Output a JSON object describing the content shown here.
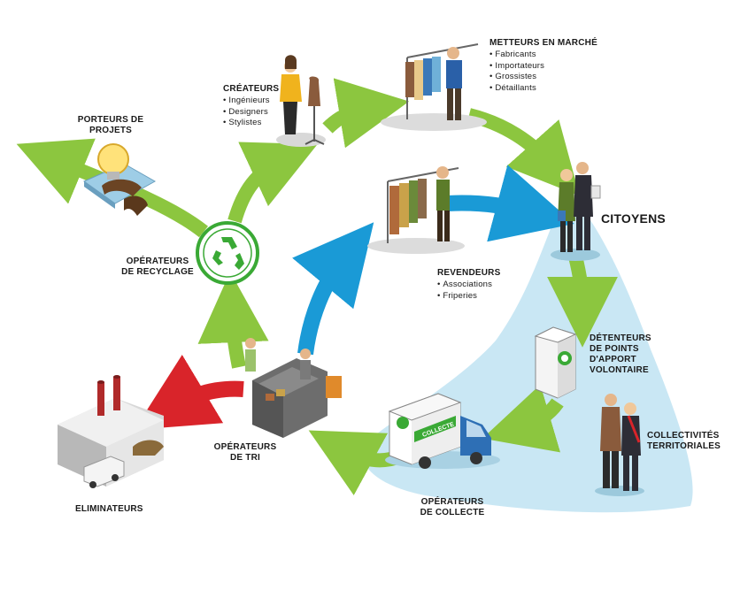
{
  "actors": {
    "porteurs_de_projets": {
      "title": "PORTEURS DE\nPROJETS"
    },
    "createurs": {
      "title": "CRÉATEURS",
      "items": [
        "Ingénieurs",
        "Designers",
        "Stylistes"
      ]
    },
    "metteurs_en_marche": {
      "title": "METTEURS EN MARCHÉ",
      "items": [
        "Fabricants",
        "Importateurs",
        "Grossistes",
        "Détaillants"
      ]
    },
    "citoyens": {
      "title": "CITOYENS"
    },
    "operateurs_de_recyclage": {
      "title": "OPÉRATEURS\nDE RECYCLAGE"
    },
    "revendeurs": {
      "title": "REVENDEURS",
      "items": [
        "Associations",
        "Friperies"
      ]
    },
    "detenteurs": {
      "title": "DÉTENTEURS\nDE POINTS D'APPORT\nVOLONTAIRE"
    },
    "collectivites": {
      "title": "COLLECTIVITÉS\nTERRITORIALES"
    },
    "operateurs_de_tri": {
      "title": "OPÉRATEURS\nDE TRI"
    },
    "operateurs_de_collecte": {
      "title": "OPÉRATEURS\nDE COLLECTE"
    },
    "eliminateurs": {
      "title": "ELIMINATEURS"
    }
  },
  "truck_text": "COLLECTE",
  "colors": {
    "green_arrow": "#8cc63f",
    "blue_arrow": "#1a9ad6",
    "red_arrow": "#d9242a",
    "zone_fill": "#bfe3f2",
    "recycle_green": "#3aa935"
  }
}
